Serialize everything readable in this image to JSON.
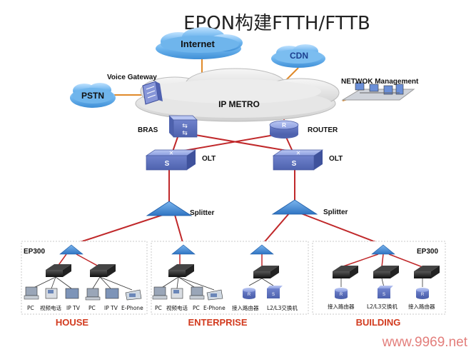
{
  "title": "EPON构建FTTH/FTTB",
  "colors": {
    "cloud_blue": "#5aa7e6",
    "cloud_gray": "#cccccc",
    "switch_blue": "#7b8fd6",
    "router_blue": "#8aa0e0",
    "splitter_blue": "#4d8fd6",
    "link_red": "#c0282a",
    "link_orange": "#e08a2a",
    "section_red": "#d23a1e",
    "watermark": "#d9534f"
  },
  "nodes": {
    "internet": "Internet",
    "cdn": "CDN",
    "pstn": "PSTN",
    "voice_gateway": "Voice Gateway",
    "ip_metro": "IP METRO",
    "network_management": "NETWOK Management",
    "bras": "BRAS",
    "router": "ROUTER",
    "olt_left": "OLT",
    "olt_right": "OLT",
    "splitter_left": "Splitter",
    "splitter_right": "Splitter",
    "ep300_left": "EP300",
    "ep300_right": "EP300"
  },
  "house": {
    "title": "HOUSE",
    "devices": [
      "PC",
      "视频电话",
      "IP TV",
      "PC",
      "IP TV",
      "E-Phone"
    ]
  },
  "enterprise": {
    "title": "ENTERPRISE",
    "devices": [
      "PC",
      "视频电话",
      "PC",
      "E-Phone",
      "接入路由器",
      "L2/L3交换机"
    ]
  },
  "building": {
    "title": "BUILDING",
    "devices": [
      "接入路由器",
      "L2/L3交换机",
      "接入路由器"
    ]
  },
  "watermark": "www.9969.net"
}
